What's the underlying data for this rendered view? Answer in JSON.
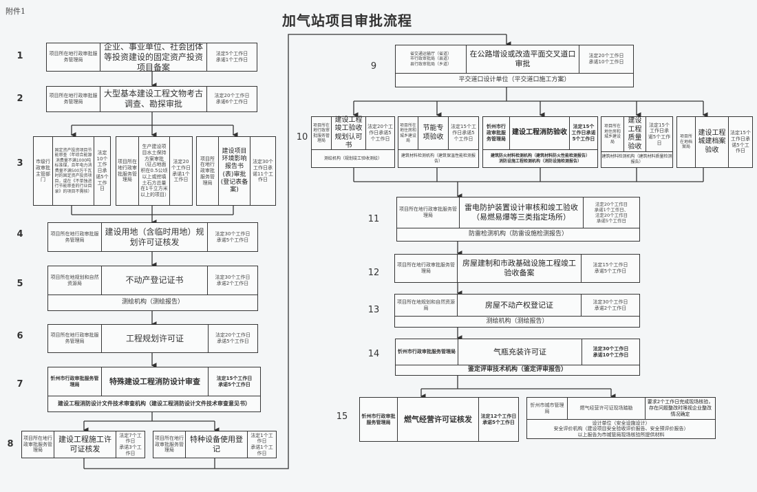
{
  "header": {
    "attachment": "附件1",
    "title": "加气站项目审批流程"
  },
  "steps": {
    "s1": {
      "num": "1",
      "dept": "项目所在地行政审批服务管理局",
      "name": "企业、事业单位、社会团体等投资建设的固定资产投资项目备案",
      "time": "法定5个工作日\n承诺1个工作日"
    },
    "s2": {
      "num": "2",
      "dept": "项目所在地行政审批服务管理局",
      "name": "大型基本建设工程文物考古调查、勘探审批",
      "time": "法定20个工作日\n承诺6个工作日"
    },
    "s3": {
      "num": "3",
      "a": {
        "dept": "市级行政审批主管部门",
        "name": "固定资产投资项目节能审查（年综合能源消费量不满1000吨标准煤，且年电力消费量不满500万千瓦时的固定资产投资项目，或在《不单独进行节能审查的行业目录》的项目不需核）",
        "time": "法定10个工作日承诺5个工作日"
      },
      "b": {
        "dept": "项目所在地行政审批服务管理局",
        "name": "生产建设项目水土保持方案审批（征占地面积在0.5公顷以上或挖填土石方总量在1千立方米以上的项目）",
        "time": "法定20个工作日承诺1个工作日"
      },
      "c": {
        "dept": "项目所在地行政审批服务管理局",
        "name": "建设项目环境影响报告书(表)审批(登记表备案)",
        "time": "法定30个工作日承诺11个工作日"
      }
    },
    "s4": {
      "num": "4",
      "dept": "项目所在地行政审批服务管理局",
      "name": "建设用地（含临时用地）规划许可证核发",
      "time": "法定30个工作日\n承诺5个工作日"
    },
    "s5": {
      "num": "5",
      "dept": "项目所在地规划和自然资源局",
      "name": "不动产登记证书",
      "time": "法定30个工作日\n承诺2个工作日",
      "foot": "测绘机构（测绘报告）"
    },
    "s6": {
      "num": "6",
      "dept": "项目所在地行政审批服务管理局",
      "name": "工程规划许可证",
      "time": "法定20个工作日\n承诺5个工作日"
    },
    "s7": {
      "num": "7",
      "dept": "忻州市行政审批服务管理局",
      "name": "特殊建设工程消防设计审查",
      "time": "法定15个工作日\n承诺5个工作日",
      "foot": "建设工程消防设计文件技术审查机构（建设工程消防设计文件技术审查意见书）"
    },
    "s8": {
      "num": "8",
      "a": {
        "dept": "项目所在地行政审批服务管理局",
        "name": "建设工程施工许可证核发",
        "time": "法定7个工作日\n承诺3个工作日"
      },
      "b": {
        "dept": "项目所在地行政审批服务管理局",
        "name": "特种设备使用登记",
        "time": "法定1个工作日\n承诺1个工作日"
      }
    },
    "s9": {
      "num": "9",
      "dept": "省交通运输厅（省道）\n市行政审批局（县道）\n县行政审批局（乡道）",
      "name": "在公路增设或改造平面交叉道口审批",
      "time": "法定20个工作日\n承诺10个工作日",
      "foot": "平交道口设计单位（平交道口施工方案）"
    },
    "s10": {
      "num": "10",
      "a": {
        "dept": "项目所在地行政审批服务管理局",
        "name": "建设工程竣工验收规划认可书",
        "time": "法定20个工作日承诺5个工作日",
        "foot": "测绘机构（规划竣工验收测绘）"
      },
      "b": {
        "dept": "项目所在地住房和城乡建设局",
        "name": "节能专项验收",
        "time": "法定15个工作日承诺5个工作日",
        "foot": "建筑材料检测机构（建筑保温性能检测报告）"
      },
      "c": {
        "dept": "忻州市行政审批服务管理局",
        "name": "建设工程消防验收",
        "time": "法定15个工作日承诺5个工作日",
        "foot": "建筑防火材料检测机构（建筑材料防火性能检测报告）\n消防设施工程检测机构（消防设施检测报告）"
      },
      "d": {
        "dept": "项目所在地住房和城乡建设局",
        "name": "建设工程质量验收",
        "time": "法定15个工作日承诺5个工作日",
        "foot": "建筑材料检测机构（建筑材料质量检测报告）"
      },
      "e": {
        "dept": "项目所在地档案局",
        "name": "建设工程城建档案验收",
        "time": "法定15个工作日承诺5个工作日"
      }
    },
    "s11": {
      "num": "11",
      "dept": "项目所在地行政审批服务管理局",
      "name": "雷电防护装置设计审核和竣工验收（易燃易爆等三类指定场所）",
      "time": "法定20个工作日\n承诺1个工作日、\n法定20个工作日\n承诺5个工作日",
      "foot": "防雷检测机构（防雷设施检测报告）"
    },
    "s12": {
      "num": "12",
      "dept": "项目所在地行政审批服务管理局",
      "name": "房屋建制和市政基础设施工程竣工验收备案",
      "time": "法定15个工作日\n承诺5个工作日"
    },
    "s13": {
      "num": "13",
      "dept": "项目所在地规划和自然资源局",
      "name": "房屋不动产权登记证",
      "time": "法定30个工作日\n承诺2个工作日",
      "foot": "测绘机构（测绘报告）"
    },
    "s14": {
      "num": "14",
      "dept": "忻州市行政审批服务管理局",
      "name": "气瓶充装许可证",
      "time": "法定30个工作日\n承诺10个工作日",
      "foot": "鉴定评审技术机构（鉴定评审报告）"
    },
    "s15": {
      "num": "15",
      "a": {
        "dept": "忻州市行政审批服务管理局",
        "name": "燃气经营许可证核发",
        "time": "法定12个工作日\n承诺5个工作日"
      },
      "b": {
        "dept": "忻州市城市管理局",
        "name": "燃气经营许可证现场踏勘",
        "time": "要求2个工作日完成现场核验，存在问题整改时限视企业整改情况确定",
        "foot": "设计单位（安全设施设计）\n安全评价机构（建设项目安全验收评价报告、安全预评价报告）\n以上报告为市城管局现场核验所提供材料"
      }
    }
  }
}
